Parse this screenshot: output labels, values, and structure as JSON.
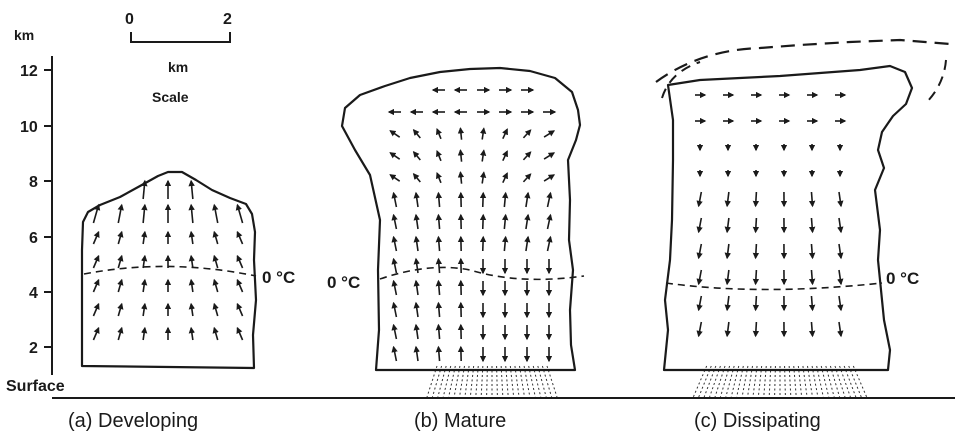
{
  "axis": {
    "unit": "km",
    "ticks": [
      "12",
      "10",
      "8",
      "6",
      "4",
      "2"
    ],
    "surface_label": "Surface"
  },
  "scale": {
    "start": "0",
    "end": "2",
    "unit": "km",
    "title": "Scale"
  },
  "isotherm_label": "0 °C",
  "stages": [
    {
      "id": "a",
      "caption": "(a)  Developing",
      "motion": "updraft"
    },
    {
      "id": "b",
      "caption": "(b)  Mature",
      "motion": "updraft and downdraft"
    },
    {
      "id": "c",
      "caption": "(c)  Dissipating",
      "motion": "downdraft"
    }
  ]
}
